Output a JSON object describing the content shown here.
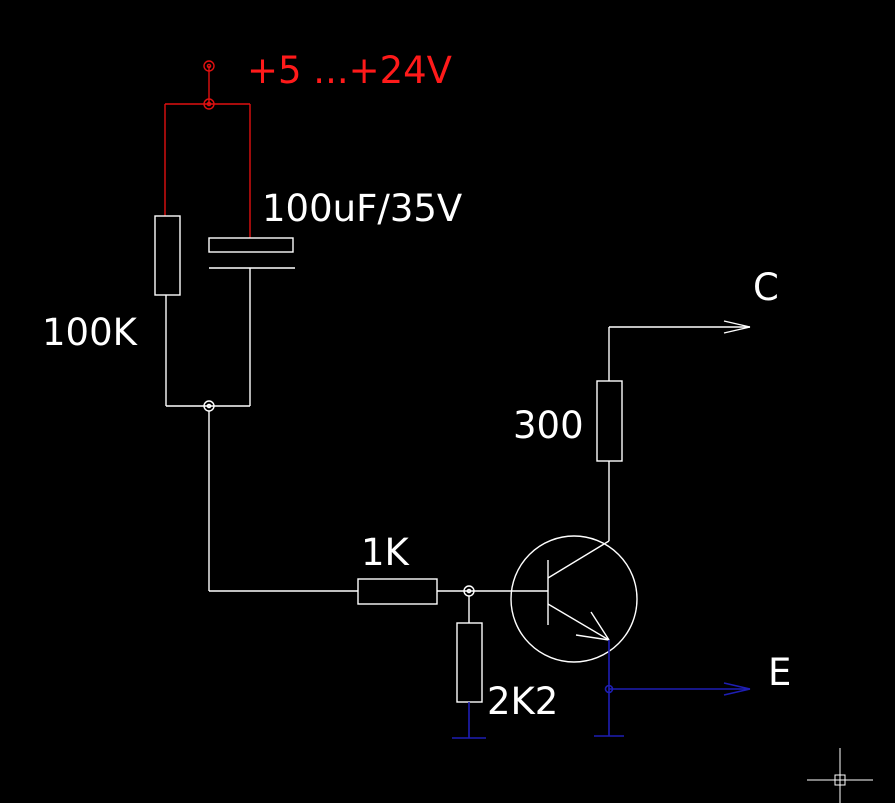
{
  "labels": {
    "supply": "+5 ...+24V",
    "capacitor": "100uF/35V",
    "r_top": "100K",
    "r_collector": "300",
    "r_base": "1K",
    "r_pulldown": "2K2",
    "collector": "C",
    "emitter": "E"
  },
  "colors": {
    "background": "#000000",
    "wire": "#ffffff",
    "supply": "#ff1a1a",
    "ground": "#1e1eb4"
  }
}
